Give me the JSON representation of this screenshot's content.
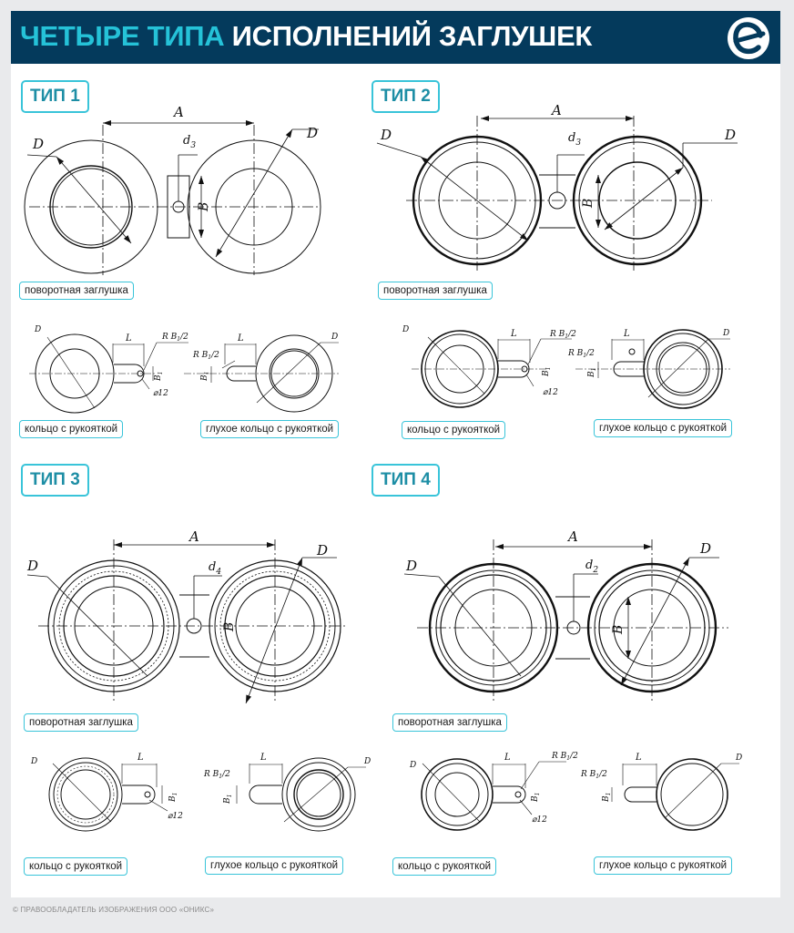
{
  "header": {
    "title_accent": "ЧЕТЫРЕ ТИПА",
    "title_rest": "ИСПОЛНЕНИЙ ЗАГЛУШЕК",
    "logo_icon": "onyx-logo-icon",
    "accent_color": "#25c2d8",
    "bar_color": "#043a5c"
  },
  "types": [
    {
      "label": "ТИП 1",
      "main_caption": "поворотная заглушка",
      "ring_caption": "кольцо с рукояткой",
      "blind_caption": "глухое кольцо с рукояткой"
    },
    {
      "label": "ТИП 2",
      "main_caption": "поворотная заглушка",
      "ring_caption": "кольцо с рукояткой",
      "blind_caption": "глухое кольцо с рукояткой"
    },
    {
      "label": "ТИП 3",
      "main_caption": "поворотная заглушка",
      "ring_caption": "кольцо с рукояткой",
      "blind_caption": "глухое кольцо с рукояткой"
    },
    {
      "label": "ТИП 4",
      "main_caption": "поворотная заглушка",
      "ring_caption": "кольцо с рукояткой",
      "blind_caption": "глухое кольцо с рукояткой"
    }
  ],
  "dims": {
    "A": "A",
    "B": "B",
    "D": "D",
    "L": "L",
    "d3": "d",
    "d3_sub": "3",
    "d4": "d",
    "d4_sub": "4",
    "d2": "d",
    "d2_sub": "2",
    "rb_r": "R B",
    "rb_sub": "1",
    "rb_half": "/2",
    "b1": "B",
    "b1_sub": "1",
    "hole": "⌀12"
  },
  "copyright": "© ПРАВООБЛАДАТЕЛЬ ИЗОБРАЖЕНИЯ ООО «ОНИКС»"
}
